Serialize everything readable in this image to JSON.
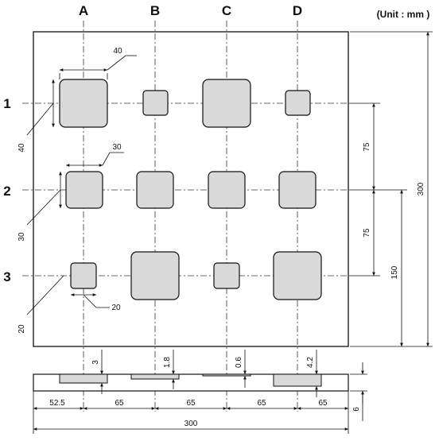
{
  "unit_label": "(Unit : mm )",
  "column_labels": [
    "A",
    "B",
    "C",
    "D"
  ],
  "row_labels": [
    "1",
    "2",
    "3"
  ],
  "holes": [
    {
      "col": "A",
      "row": "1",
      "size": 40
    },
    {
      "col": "B",
      "row": "1",
      "size": 20
    },
    {
      "col": "C",
      "row": "1",
      "size": 40
    },
    {
      "col": "D",
      "row": "1",
      "size": 20
    },
    {
      "col": "A",
      "row": "2",
      "size": 30
    },
    {
      "col": "B",
      "row": "2",
      "size": 30
    },
    {
      "col": "C",
      "row": "2",
      "size": 30
    },
    {
      "col": "D",
      "row": "2",
      "size": 30
    },
    {
      "col": "A",
      "row": "3",
      "size": 20
    },
    {
      "col": "B",
      "row": "3",
      "size": 40
    },
    {
      "col": "C",
      "row": "3",
      "size": 20
    },
    {
      "col": "D",
      "row": "3",
      "size": 40
    }
  ],
  "size_callouts": {
    "width_40": "40",
    "height_40": "40",
    "width_30": "30",
    "height_30": "30",
    "width_20": "20",
    "height_20": "20"
  },
  "right_dims": {
    "row_spacing_1": "75",
    "row_spacing_2": "75",
    "to_row3": "150",
    "total_height": "300"
  },
  "section_depths": [
    "3",
    "1.8",
    "0.6",
    "4.2"
  ],
  "thickness": "6",
  "bottom_dims": [
    "52.5",
    "65",
    "65",
    "65",
    "65"
  ],
  "total_width": "300",
  "colors": {
    "hole_fill": "#d9d9d9",
    "stroke": "#111111"
  }
}
